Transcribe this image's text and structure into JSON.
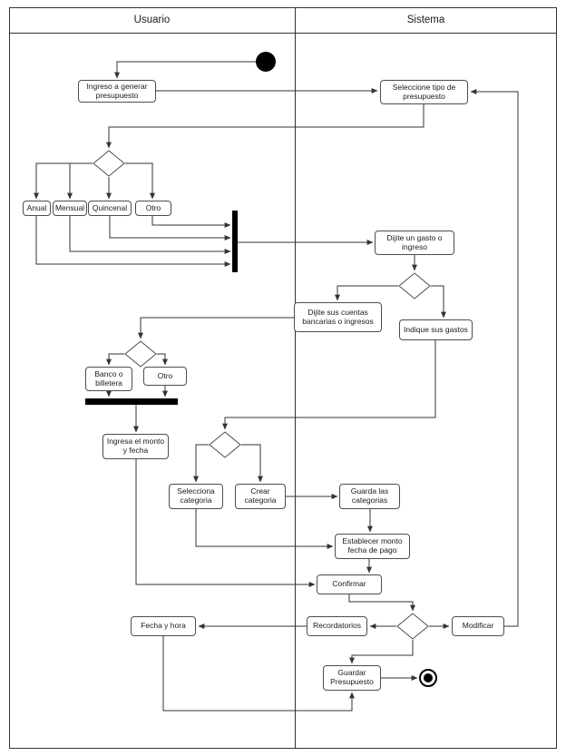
{
  "lanes": {
    "usuario": "Usuario",
    "sistema": "Sistema"
  },
  "nodes": {
    "ingreso_generar": "Ingreso a generar presupuesto",
    "seleccione_tipo": "Seleccione tipo de presupuesto",
    "anual": "Anual",
    "mensual": "Mensual",
    "quincenal": "Quincenal",
    "otro_periodo": "Otro",
    "dijite_gasto": "Dijite un gasto o ingreso",
    "dijite_cuentas": "Dijite sus cuentas bancarias o ingresos",
    "indique_gastos": "Indique sus gastos",
    "banco_billetera": "Banco o billetera",
    "otro_cuenta": "Otro",
    "ingresa_monto": "Ingresa el monto y fecha",
    "selecciona_categoria": "Selecciona categoria",
    "crear_categoria": "Crear categoria",
    "guarda_categorias": "Guarda las categorias",
    "establecer_monto": "Establecer monto fecha de pago",
    "confirmar": "Confirmar",
    "fecha_hora": "Fecha y hora",
    "recordatorios": "Recordatorios",
    "modificar": "Modificar",
    "guardar_presupuesto": "Guardar Presupuesto"
  },
  "colors": {
    "line": "#333333",
    "node_border": "#4d4d4d",
    "node_fill": "#ffffff",
    "sync_bar": "#000000"
  }
}
